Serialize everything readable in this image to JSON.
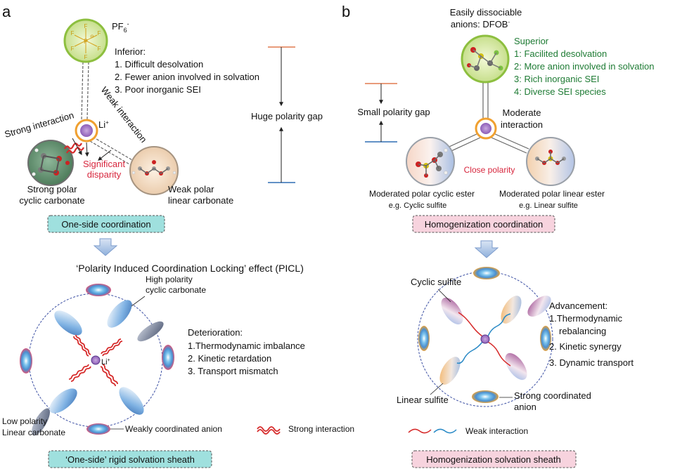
{
  "panel_a": {
    "letter": "a",
    "pf6": {
      "label": "PF",
      "sub": "6",
      "sup": "-",
      "center_atom": "P",
      "atom": "F",
      "charge": "⊖"
    },
    "inferior": {
      "title": "Inferior:",
      "items": [
        "1. Difficult desolvation",
        "2. Fewer anion involved in solvation",
        "3. Poor inorganic SEI"
      ]
    },
    "weak_interaction": "Weak interaction",
    "strong_interaction": "Strong interaction",
    "li": "Li",
    "li_sup": "+",
    "significant_disparity": [
      "Significant",
      "disparity"
    ],
    "cyclic": [
      "Strong polar",
      "cyclic carbonate"
    ],
    "linear": [
      "Weak polar",
      "linear carbonate"
    ],
    "gap_label": "Huge polarity gap",
    "box_label": "One-side coordination",
    "picl_title": "‘Polarity Induced Coordination Locking’ effect (PICL)",
    "high_polarity": [
      "High polarity",
      "cyclic carbonate"
    ],
    "deterioration": {
      "title": "Deterioration:",
      "items": [
        "1.Thermodynamic imbalance",
        "2. Kinetic retardation",
        "3. Transport mismatch"
      ]
    },
    "low_polarity": [
      "Low polarity",
      "Linear carbonate"
    ],
    "weak_anion": "Weakly coordinated anion",
    "strong_legend": "Strong interaction",
    "sheath_label": "‘One-side’ rigid solvation sheath"
  },
  "panel_b": {
    "letter": "b",
    "dfob_title": [
      "Easily dissociable",
      "anions: DFOB"
    ],
    "dfob_sup": "-",
    "superior": {
      "title": "Superior",
      "items": [
        "1: Facilited desolvation",
        "2: More anion involved in solvation",
        "3: Rich inorganic SEI",
        "4: Diverse SEI species"
      ]
    },
    "gap_label": "Small polarity gap",
    "moderate": [
      "Moderate",
      "interaction"
    ],
    "close_polarity": "Close polarity",
    "cyclic_ester": [
      "Moderated polar cyclic ester",
      "e.g. Cyclic sulfite"
    ],
    "linear_ester": [
      "Moderated polar linear ester",
      "e.g. Linear sulfite"
    ],
    "box_label": "Homogenization coordination",
    "cyclic_sulfite": "Cyclic sulfite",
    "linear_sulfite": "Linear sulfite",
    "strong_anion": [
      "Strong coordinated",
      "anion"
    ],
    "advancement": {
      "title": "Advancement:",
      "items": [
        "1.Thermodynamic",
        "rebalancing",
        "2. Kinetic synergy",
        "3. Dynamic transport"
      ]
    },
    "weak_legend": "Weak interaction",
    "sheath_label": "Homogenization solvation sheath"
  },
  "colors": {
    "green_text": "#1e7b34",
    "red_text": "#d7263d",
    "orange_line": "#e07a4f",
    "blue_line": "#2f6db3",
    "teal_box": "#9fe0de",
    "pink_box": "#f7d3de",
    "wave_red": "#d62a2a",
    "wave_blue": "#2a8ac6"
  }
}
